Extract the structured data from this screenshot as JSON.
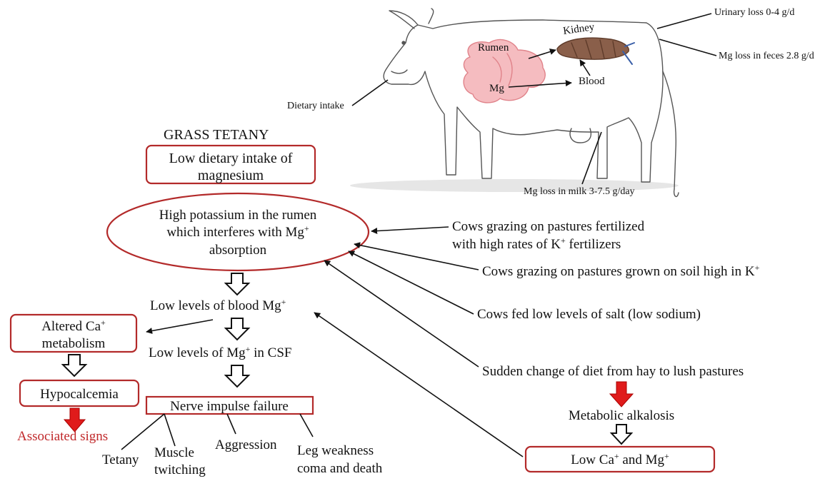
{
  "title": "GRASS TETANY",
  "cow": {
    "rumen": "Rumen",
    "kidney": "Kidney",
    "mg": "Mg",
    "blood": "Blood",
    "dietary_intake": "Dietary intake",
    "urinary_loss": "Urinary loss 0-4 g/d",
    "feces_loss": "Mg loss in feces 2.8 g/d",
    "milk_loss": "Mg loss in milk 3-7.5 g/day"
  },
  "nodes": {
    "low_dietary_1": "Low dietary intake of",
    "low_dietary_2": "magnesium",
    "high_k_1": "High potassium in the rumen",
    "high_k_2": "which interferes with Mg",
    "high_k_3": "absorption",
    "low_blood": "Low levels of blood Mg",
    "low_csf_a": "Low levels of Mg",
    "low_csf_b": " in CSF",
    "altered_a": "Altered Ca",
    "altered_b": "metabolism",
    "hypocalcemia": "Hypocalcemia",
    "associated": "Associated signs",
    "nerve": "Nerve impulse failure",
    "tetany": "Tetany",
    "muscle_1": "Muscle",
    "muscle_2": "twitching",
    "aggression": "Aggression",
    "leg_1": "Leg weakness",
    "leg_2": "coma and death",
    "metabolic": "Metabolic alkalosis",
    "low_ca_mg_a": "Low Ca",
    "low_ca_mg_b": " and Mg"
  },
  "causes": {
    "fert_1": "Cows grazing  on pastures fertilized",
    "fert_2a": "with high rates of K",
    "fert_2b": "  fertilizers",
    "soil": "Cows grazing  on pastures grown on soil high in K",
    "salt": "Cows fed low levels of salt (low sodium)",
    "diet": "Sudden change of diet from hay to lush pastures"
  },
  "sup": "+",
  "colors": {
    "box_border": "#b32a2a",
    "red_arrow": "#e01b1b",
    "red_text": "#c0282a"
  }
}
